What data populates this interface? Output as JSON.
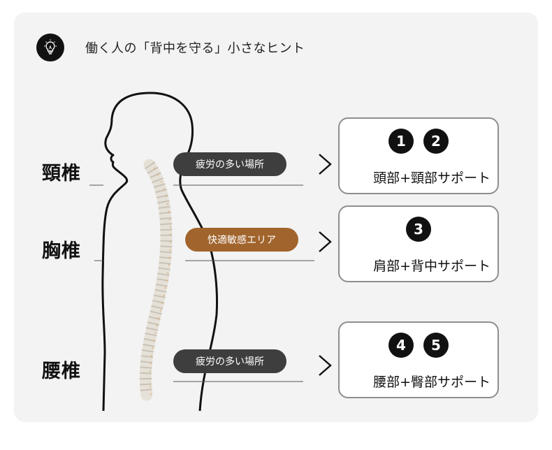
{
  "header": {
    "title": "働く人の「背中を守る」小さなヒント",
    "icon": "lightbulb-icon"
  },
  "regions": [
    {
      "label": "頸椎",
      "tag": "疲労の多い場所",
      "tag_color": "#3e3e3e",
      "numbers": [
        "1",
        "2"
      ],
      "support": "頭部+頸部サポート"
    },
    {
      "label": "胸椎",
      "tag": "快適敏感エリア",
      "tag_color": "#a1642c",
      "numbers": [
        "3"
      ],
      "support": "肩部+背中サポート"
    },
    {
      "label": "腰椎",
      "tag": "疲労の多い場所",
      "tag_color": "#3e3e3e",
      "numbers": [
        "4",
        "5"
      ],
      "support": "腰部+臀部サポート"
    }
  ]
}
